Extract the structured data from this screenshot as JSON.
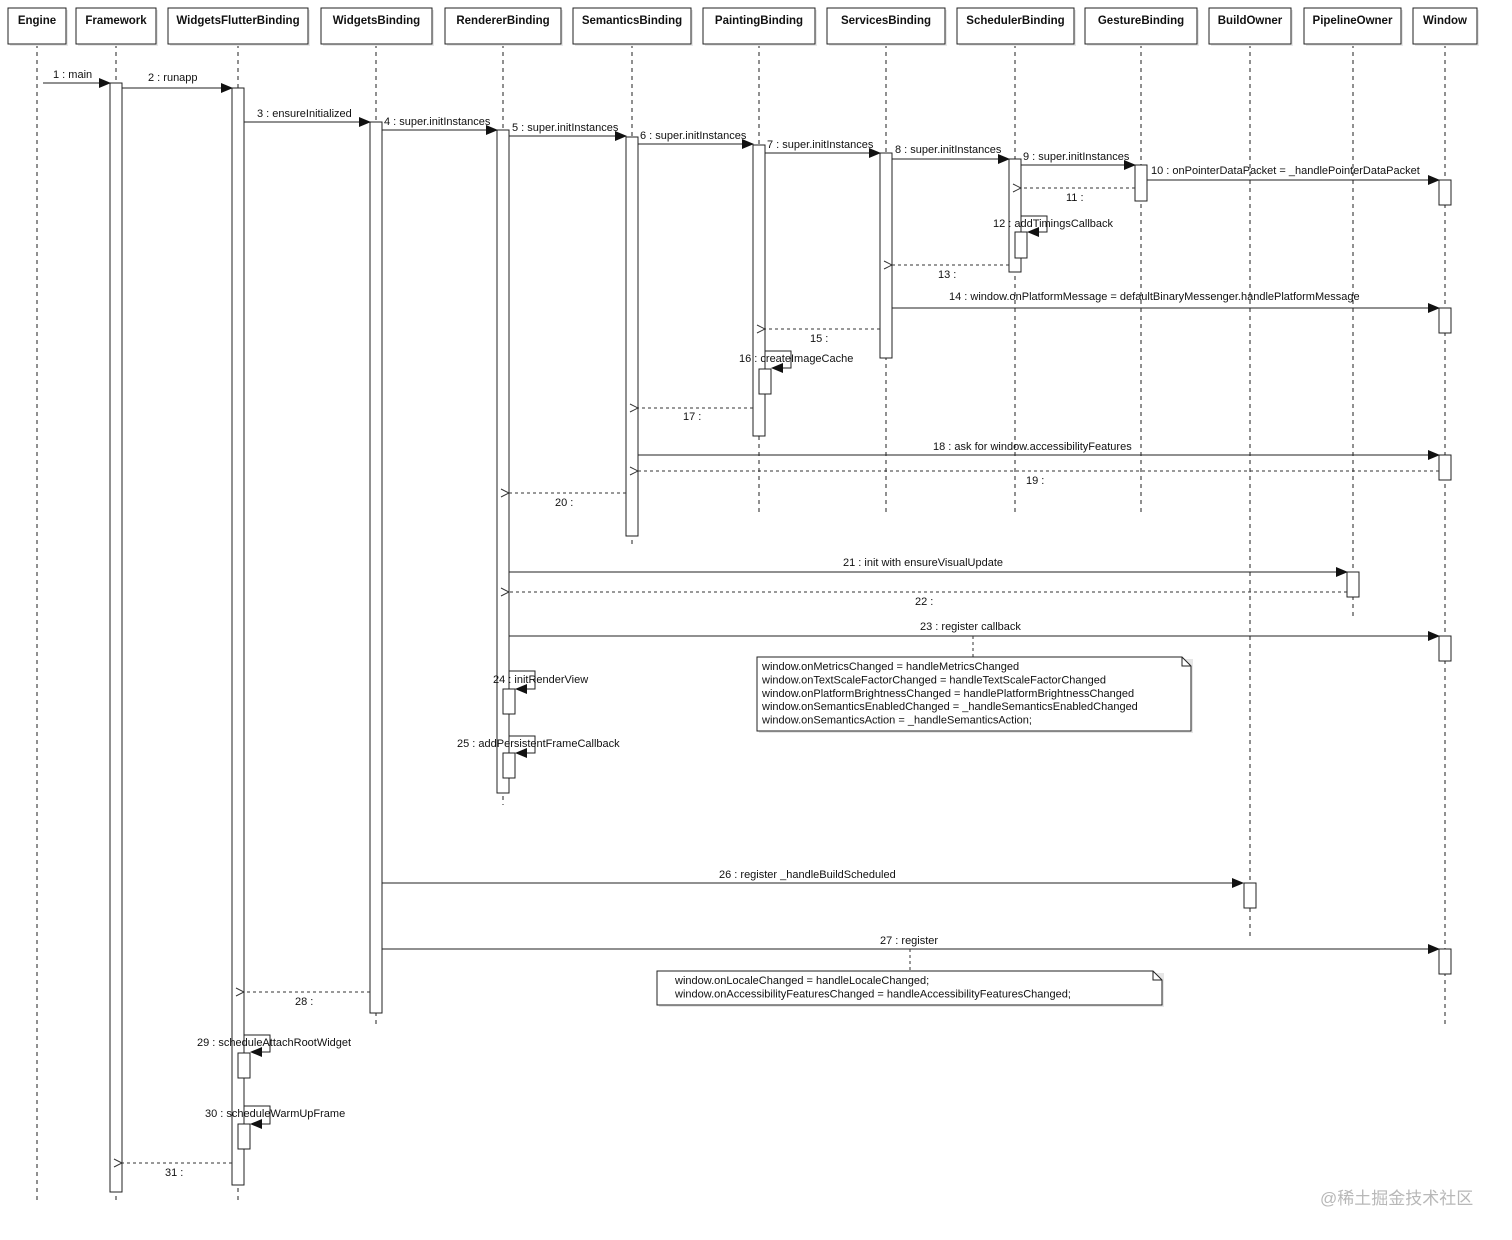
{
  "participants": [
    "Engine",
    "Framework",
    "WidgetsFlutterBinding",
    "WidgetsBinding",
    "RendererBinding",
    "SemanticsBinding",
    "PaintingBinding",
    "ServicesBinding",
    "SchedulerBinding",
    "GestureBinding",
    "BuildOwner",
    "PipelineOwner",
    "Window"
  ],
  "messages": [
    {
      "label": "1 : main",
      "from": "Engine",
      "to": "Framework",
      "kind": "call"
    },
    {
      "label": "2 : runapp",
      "from": "Framework",
      "to": "WidgetsFlutterBinding",
      "kind": "call"
    },
    {
      "label": "3 : ensureInitialized",
      "from": "WidgetsFlutterBinding",
      "to": "WidgetsBinding",
      "kind": "call"
    },
    {
      "label": "4 : super.initInstances",
      "from": "WidgetsBinding",
      "to": "RendererBinding",
      "kind": "call"
    },
    {
      "label": "5 : super.initInstances",
      "from": "RendererBinding",
      "to": "SemanticsBinding",
      "kind": "call"
    },
    {
      "label": "6 : super.initInstances",
      "from": "SemanticsBinding",
      "to": "PaintingBinding",
      "kind": "call"
    },
    {
      "label": "7 : super.initInstances",
      "from": "PaintingBinding",
      "to": "ServicesBinding",
      "kind": "call"
    },
    {
      "label": "8 : super.initInstances",
      "from": "ServicesBinding",
      "to": "SchedulerBinding",
      "kind": "call"
    },
    {
      "label": "9 : super.initInstances",
      "from": "SchedulerBinding",
      "to": "GestureBinding",
      "kind": "call"
    },
    {
      "label": "10 : onPointerDataPacket = _handlePointerDataPacket",
      "from": "GestureBinding",
      "to": "Window",
      "kind": "call"
    },
    {
      "label": "11 :",
      "from": "GestureBinding",
      "to": "SchedulerBinding",
      "kind": "return"
    },
    {
      "label": "12 : addTimingsCallback",
      "from": "SchedulerBinding",
      "to": "SchedulerBinding",
      "kind": "self"
    },
    {
      "label": "13 :",
      "from": "SchedulerBinding",
      "to": "ServicesBinding",
      "kind": "return"
    },
    {
      "label": "14 : window.onPlatformMessage = defaultBinaryMessenger.handlePlatformMessage",
      "from": "ServicesBinding",
      "to": "Window",
      "kind": "call"
    },
    {
      "label": "15 :",
      "from": "ServicesBinding",
      "to": "PaintingBinding",
      "kind": "return"
    },
    {
      "label": "16 : createImageCache",
      "from": "PaintingBinding",
      "to": "PaintingBinding",
      "kind": "self"
    },
    {
      "label": "17 :",
      "from": "PaintingBinding",
      "to": "SemanticsBinding",
      "kind": "return"
    },
    {
      "label": "18 : ask for window.accessibilityFeatures",
      "from": "SemanticsBinding",
      "to": "Window",
      "kind": "call"
    },
    {
      "label": "19 :",
      "from": "Window",
      "to": "SemanticsBinding",
      "kind": "return"
    },
    {
      "label": "20 :",
      "from": "SemanticsBinding",
      "to": "RendererBinding",
      "kind": "return"
    },
    {
      "label": "21 : init with ensureVisualUpdate",
      "from": "RendererBinding",
      "to": "PipelineOwner",
      "kind": "call"
    },
    {
      "label": "22 :",
      "from": "PipelineOwner",
      "to": "RendererBinding",
      "kind": "return"
    },
    {
      "label": "23 : register callback",
      "from": "RendererBinding",
      "to": "Window",
      "kind": "call"
    },
    {
      "label": "24 : initRenderView",
      "from": "RendererBinding",
      "to": "RendererBinding",
      "kind": "self"
    },
    {
      "label": "25 : addPersistentFrameCallback",
      "from": "RendererBinding",
      "to": "RendererBinding",
      "kind": "self"
    },
    {
      "label": "26 : register _handleBuildScheduled",
      "from": "WidgetsBinding",
      "to": "BuildOwner",
      "kind": "call"
    },
    {
      "label": "27 : register",
      "from": "WidgetsBinding",
      "to": "Window",
      "kind": "call"
    },
    {
      "label": "28 :",
      "from": "WidgetsBinding",
      "to": "WidgetsFlutterBinding",
      "kind": "return"
    },
    {
      "label": "29 : scheduleAttachRootWidget",
      "from": "WidgetsFlutterBinding",
      "to": "WidgetsFlutterBinding",
      "kind": "self"
    },
    {
      "label": "30 : scheduleWarmUpFrame",
      "from": "WidgetsFlutterBinding",
      "to": "WidgetsFlutterBinding",
      "kind": "self"
    },
    {
      "label": "31 :",
      "from": "WidgetsFlutterBinding",
      "to": "Framework",
      "kind": "return"
    }
  ],
  "notes": [
    {
      "lines": [
        "window.onMetricsChanged = handleMetricsChanged",
        "window.onTextScaleFactorChanged = handleTextScaleFactorChanged",
        "window.onPlatformBrightnessChanged = handlePlatformBrightnessChanged",
        "window.onSemanticsEnabledChanged = _handleSemanticsEnabledChanged",
        "window.onSemanticsAction = _handleSemanticsAction;"
      ]
    },
    {
      "lines": [
        "window.onLocaleChanged = handleLocaleChanged;",
        "window.onAccessibilityFeaturesChanged = handleAccessibilityFeaturesChanged;"
      ]
    }
  ],
  "watermark": "@稀土掘金技术社区",
  "colors": {
    "line": "#222222",
    "watermark": "#b8b8b8"
  }
}
